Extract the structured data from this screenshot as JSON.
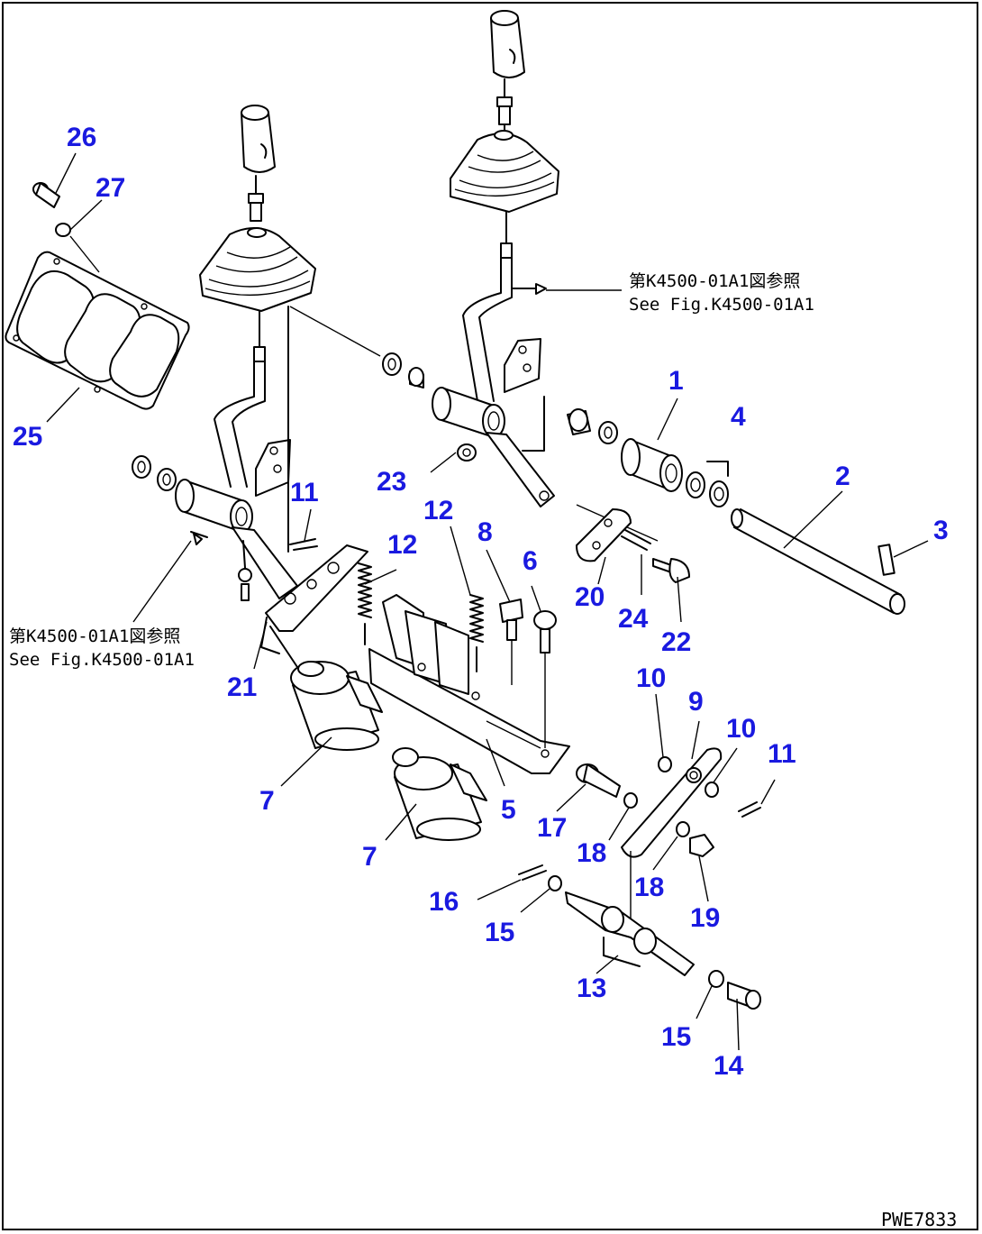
{
  "drawing_code": "PWE7833",
  "references": {
    "right": {
      "jp": "第K4500-01A1図参照",
      "en": "See Fig.K4500-01A1"
    },
    "left": {
      "jp": "第K4500-01A1図参照",
      "en": "See Fig.K4500-01A1"
    }
  },
  "callouts": [
    {
      "id": "c1",
      "text": "1"
    },
    {
      "id": "c2",
      "text": "2"
    },
    {
      "id": "c3",
      "text": "3"
    },
    {
      "id": "c4",
      "text": "4"
    },
    {
      "id": "c5",
      "text": "5"
    },
    {
      "id": "c6",
      "text": "6"
    },
    {
      "id": "c7a",
      "text": "7"
    },
    {
      "id": "c7b",
      "text": "7"
    },
    {
      "id": "c8",
      "text": "8"
    },
    {
      "id": "c9",
      "text": "9"
    },
    {
      "id": "c10a",
      "text": "10"
    },
    {
      "id": "c10b",
      "text": "10"
    },
    {
      "id": "c11a",
      "text": "11"
    },
    {
      "id": "c11b",
      "text": "11"
    },
    {
      "id": "c12a",
      "text": "12"
    },
    {
      "id": "c12b",
      "text": "12"
    },
    {
      "id": "c13",
      "text": "13"
    },
    {
      "id": "c14",
      "text": "14"
    },
    {
      "id": "c15a",
      "text": "15"
    },
    {
      "id": "c15b",
      "text": "15"
    },
    {
      "id": "c16",
      "text": "16"
    },
    {
      "id": "c17",
      "text": "17"
    },
    {
      "id": "c18a",
      "text": "18"
    },
    {
      "id": "c18b",
      "text": "18"
    },
    {
      "id": "c19",
      "text": "19"
    },
    {
      "id": "c20",
      "text": "20"
    },
    {
      "id": "c21",
      "text": "21"
    },
    {
      "id": "c22",
      "text": "22"
    },
    {
      "id": "c23",
      "text": "23"
    },
    {
      "id": "c24",
      "text": "24"
    },
    {
      "id": "c25",
      "text": "25"
    },
    {
      "id": "c26",
      "text": "26"
    },
    {
      "id": "c27",
      "text": "27"
    }
  ]
}
